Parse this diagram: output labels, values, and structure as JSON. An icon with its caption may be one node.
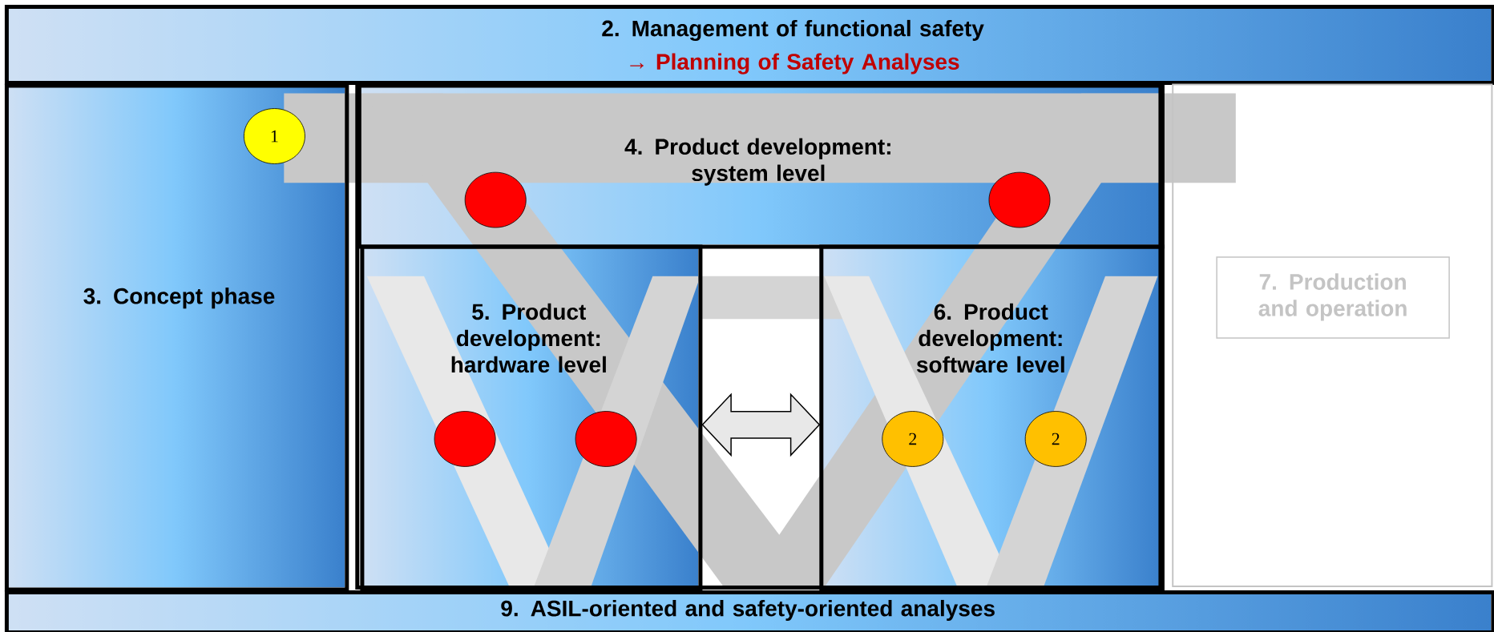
{
  "diagram": {
    "nodes": [
      {
        "text": [
          "2. Management of functional safety",
          "→ Planning of Safety Analyses"
        ]
      },
      {
        "text": [
          "3. Concept phase"
        ]
      },
      {
        "text": [
          "4. Product development: system level"
        ]
      },
      {
        "text": [
          "5. Product development: hardware level"
        ]
      },
      {
        "text": [
          "6. Product development: software level"
        ]
      },
      {
        "text": [
          "7. Production and operation"
        ]
      },
      {
        "text": [
          "9. ASIL-oriented and safety-oriented analyses"
        ]
      },
      {
        "text": [
          "1"
        ],
        "in": 1
      },
      {
        "text": [],
        "shape": "circle",
        "in": 2
      },
      {
        "text": [],
        "shape": "circle",
        "in": 2
      },
      {
        "text": [],
        "shape": "circle",
        "in": 3
      },
      {
        "text": [],
        "shape": "circle",
        "in": 3
      },
      {
        "text": [
          "2"
        ],
        "in": 4
      },
      {
        "text": [
          "2"
        ],
        "in": 4
      }
    ],
    "edges": [
      {
        "from": 3,
        "to": 4,
        "arrow": "both"
      }
    ]
  }
}
